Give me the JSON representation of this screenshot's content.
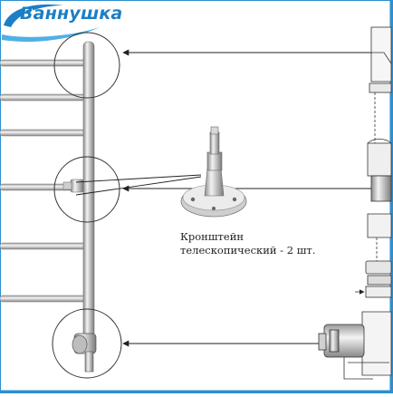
{
  "logo": {
    "text": "Ваннушка",
    "brand_color": "#1a7fc4"
  },
  "caption": {
    "line1": "Кронштейн",
    "line2": "телескопический - 2 шт."
  },
  "colors": {
    "line": "#2a2a2a",
    "frame": "#2d8fd0",
    "chrome": "#a9a9a9"
  }
}
